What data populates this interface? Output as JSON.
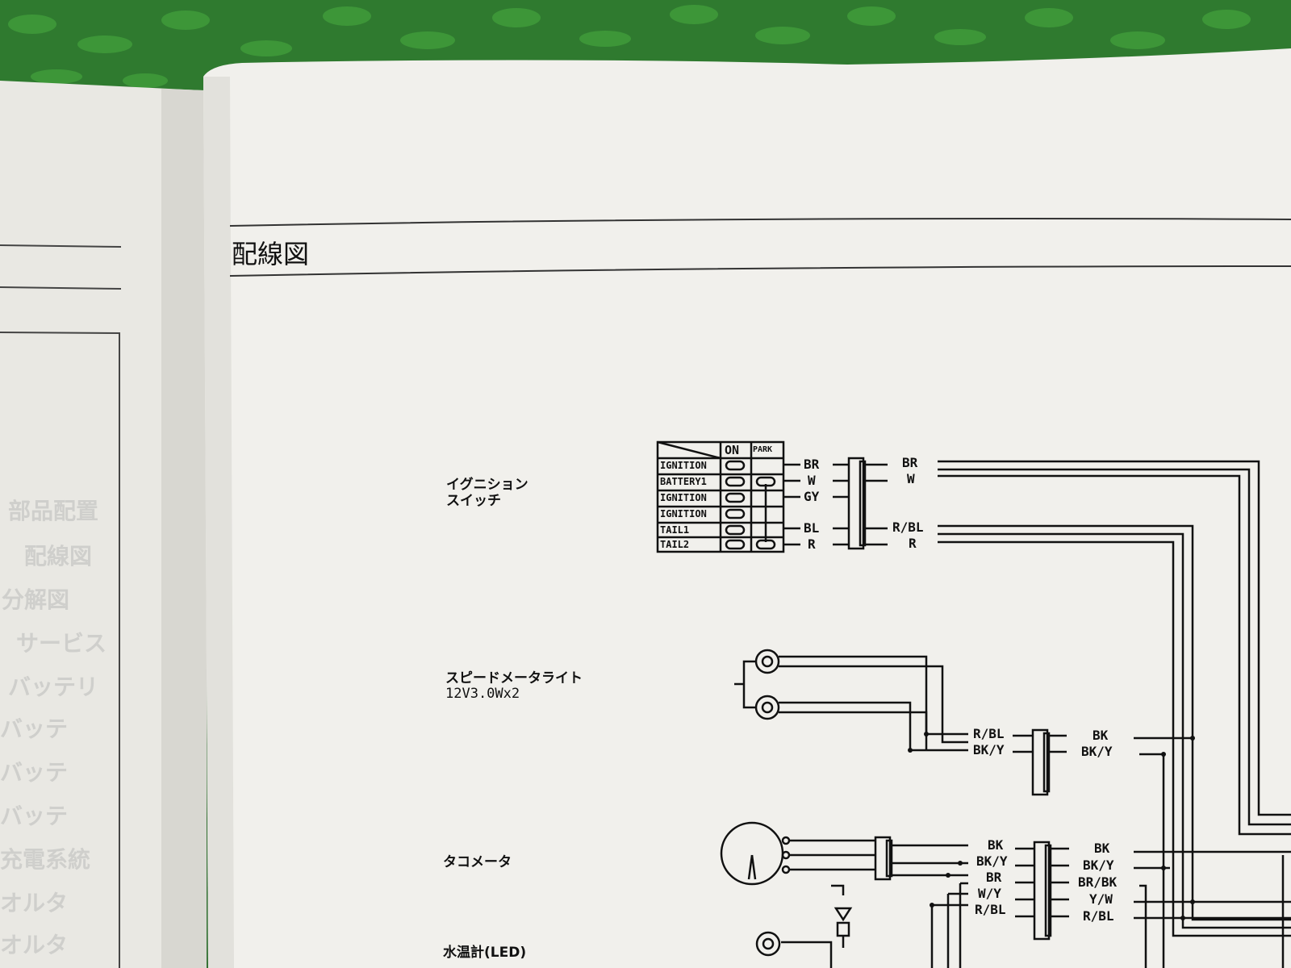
{
  "page": {
    "title": "配線図",
    "left_page_toc": [
      "部品配置",
      "配線図",
      "分解図",
      "サービス",
      "バッテリ",
      "バッテ",
      "バッテ",
      "バッテ",
      "充電系統",
      "オルタ",
      "オルタ"
    ]
  },
  "components": {
    "ignition_switch": {
      "label_line1": "イグニション",
      "label_line2": "スイッチ",
      "columns": [
        "ON",
        "PARK"
      ],
      "rows": [
        "IGNITION",
        "BATTERY1",
        "IGNITION",
        "IGNITION",
        "TAIL1",
        "TAIL2"
      ],
      "wires_left": [
        "BR",
        "W",
        "GY",
        "BL",
        "R"
      ],
      "wires_right": [
        "BR",
        "W",
        "R/BL",
        "R"
      ]
    },
    "speedometer_light": {
      "label_line1": "スピードメータライト",
      "label_line2": "12V3.0Wx2",
      "wires_left": [
        "R/BL",
        "BK/Y"
      ],
      "wires_right": [
        "BK",
        "BK/Y"
      ]
    },
    "tachometer": {
      "label": "タコメータ",
      "wires_left": [
        "BK",
        "BK/Y",
        "BR",
        "W/Y",
        "R/BL"
      ],
      "wires_right": [
        "BK",
        "BK/Y",
        "BR/BK",
        "Y/W",
        "R/BL"
      ]
    },
    "water_temp_gauge": {
      "label": "水温計(LED)"
    }
  }
}
